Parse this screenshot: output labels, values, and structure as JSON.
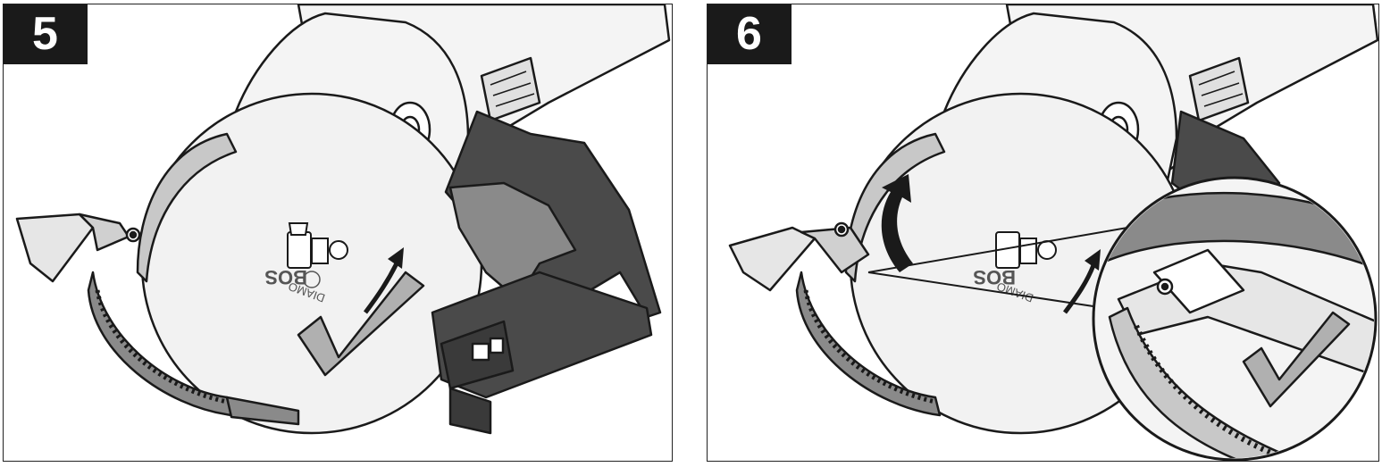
{
  "panels": [
    {
      "number": "5",
      "blade_text_1": "BOS",
      "blade_text_2": "DIAMO"
    },
    {
      "number": "6",
      "blade_text_1": "BOS",
      "blade_text_2": "DIAMO"
    }
  ],
  "colors": {
    "ink": "#1a1a1a",
    "guard_dark": "#4a4a4a",
    "guard_mid": "#8a8a8a",
    "guard_light": "#c8c8c8",
    "blade": "#f2f2f2"
  },
  "icons": [
    "rotation-arrow-icon",
    "checkmark-icon",
    "curved-arrow-icon",
    "magnifier-callout"
  ]
}
